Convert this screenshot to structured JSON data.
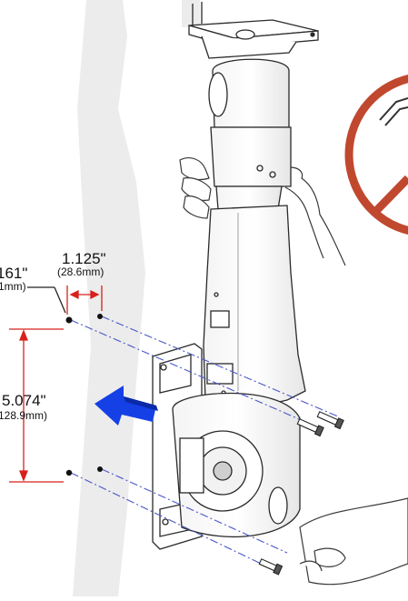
{
  "dimensions": {
    "offset": {
      "inches": "161\"",
      "mm": "1mm)"
    },
    "spacing": {
      "inches": "1.125\"",
      "mm": "(28.6mm)"
    },
    "height": {
      "inches": "5.074\"",
      "mm": "128.9mm)"
    }
  },
  "colors": {
    "dimension_line": "#d8201c",
    "arrow": "#1540e6",
    "prohibition_sign": "#c0482f",
    "centerline": "#4a57c8",
    "shadow": "#ececec",
    "line_art": "#2a2a2a"
  },
  "icons": [
    "prohibition-sign-icon",
    "hex-key-icon",
    "direction-arrow-icon",
    "screw-icon"
  ]
}
